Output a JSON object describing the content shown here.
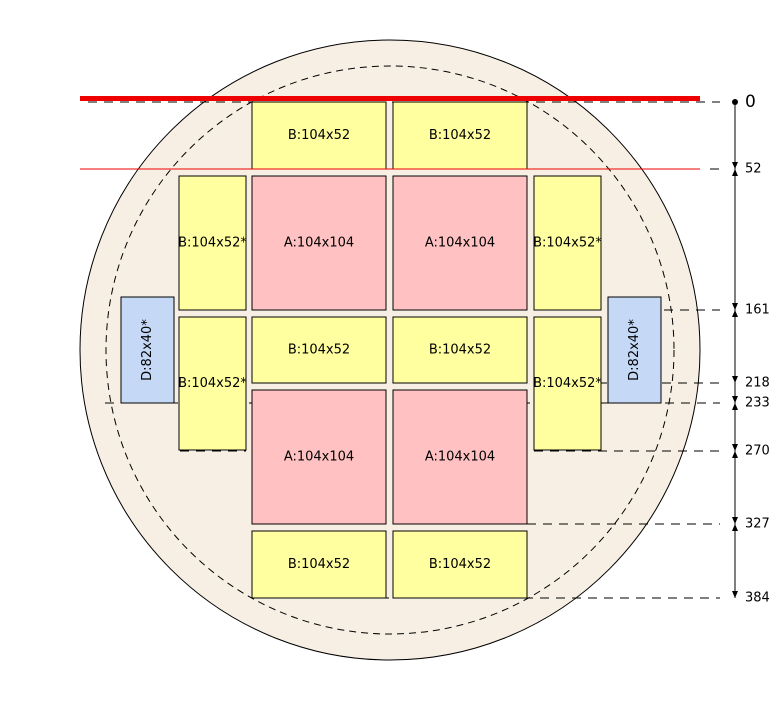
{
  "colors": {
    "wafer_fill": "#f8efe4",
    "A": "#ffc1c1",
    "B": "#ffffa0",
    "D": "#c5d9f7",
    "reference_line": "#ee0000"
  },
  "dimension_marks": [
    {
      "id": "m0",
      "value": 0,
      "label": "0"
    },
    {
      "id": "m52",
      "value": 52,
      "label": "52"
    },
    {
      "id": "m161",
      "value": 161,
      "label": "161"
    },
    {
      "id": "m218",
      "value": 218,
      "label": "218"
    },
    {
      "id": "m233",
      "value": 233,
      "label": "233"
    },
    {
      "id": "m270",
      "value": 270,
      "label": "270"
    },
    {
      "id": "m327",
      "value": 327,
      "label": "327"
    },
    {
      "id": "m384",
      "value": 384,
      "label": "384"
    }
  ],
  "blocks": [
    {
      "id": "b-top-1",
      "type": "B",
      "label": "B:104x52"
    },
    {
      "id": "b-top-2",
      "type": "B",
      "label": "B:104x52"
    },
    {
      "id": "b-rot-left-upper",
      "type": "B",
      "label": "B:104x52*"
    },
    {
      "id": "a-upper-1",
      "type": "A",
      "label": "A:104x104"
    },
    {
      "id": "a-upper-2",
      "type": "A",
      "label": "A:104x104"
    },
    {
      "id": "b-rot-right-upper",
      "type": "B",
      "label": "B:104x52*"
    },
    {
      "id": "d-left",
      "type": "D",
      "label": "D:82x40*"
    },
    {
      "id": "b-rot-left-lower",
      "type": "B",
      "label": "B:104x52*"
    },
    {
      "id": "b-mid-1",
      "type": "B",
      "label": "B:104x52"
    },
    {
      "id": "b-mid-2",
      "type": "B",
      "label": "B:104x52"
    },
    {
      "id": "b-rot-right-lower",
      "type": "B",
      "label": "B:104x52*"
    },
    {
      "id": "d-right",
      "type": "D",
      "label": "D:82x40*"
    },
    {
      "id": "a-lower-1",
      "type": "A",
      "label": "A:104x104"
    },
    {
      "id": "a-lower-2",
      "type": "A",
      "label": "A:104x104"
    },
    {
      "id": "b-bottom-1",
      "type": "B",
      "label": "B:104x52"
    },
    {
      "id": "b-bottom-2",
      "type": "B",
      "label": "B:104x52"
    }
  ]
}
